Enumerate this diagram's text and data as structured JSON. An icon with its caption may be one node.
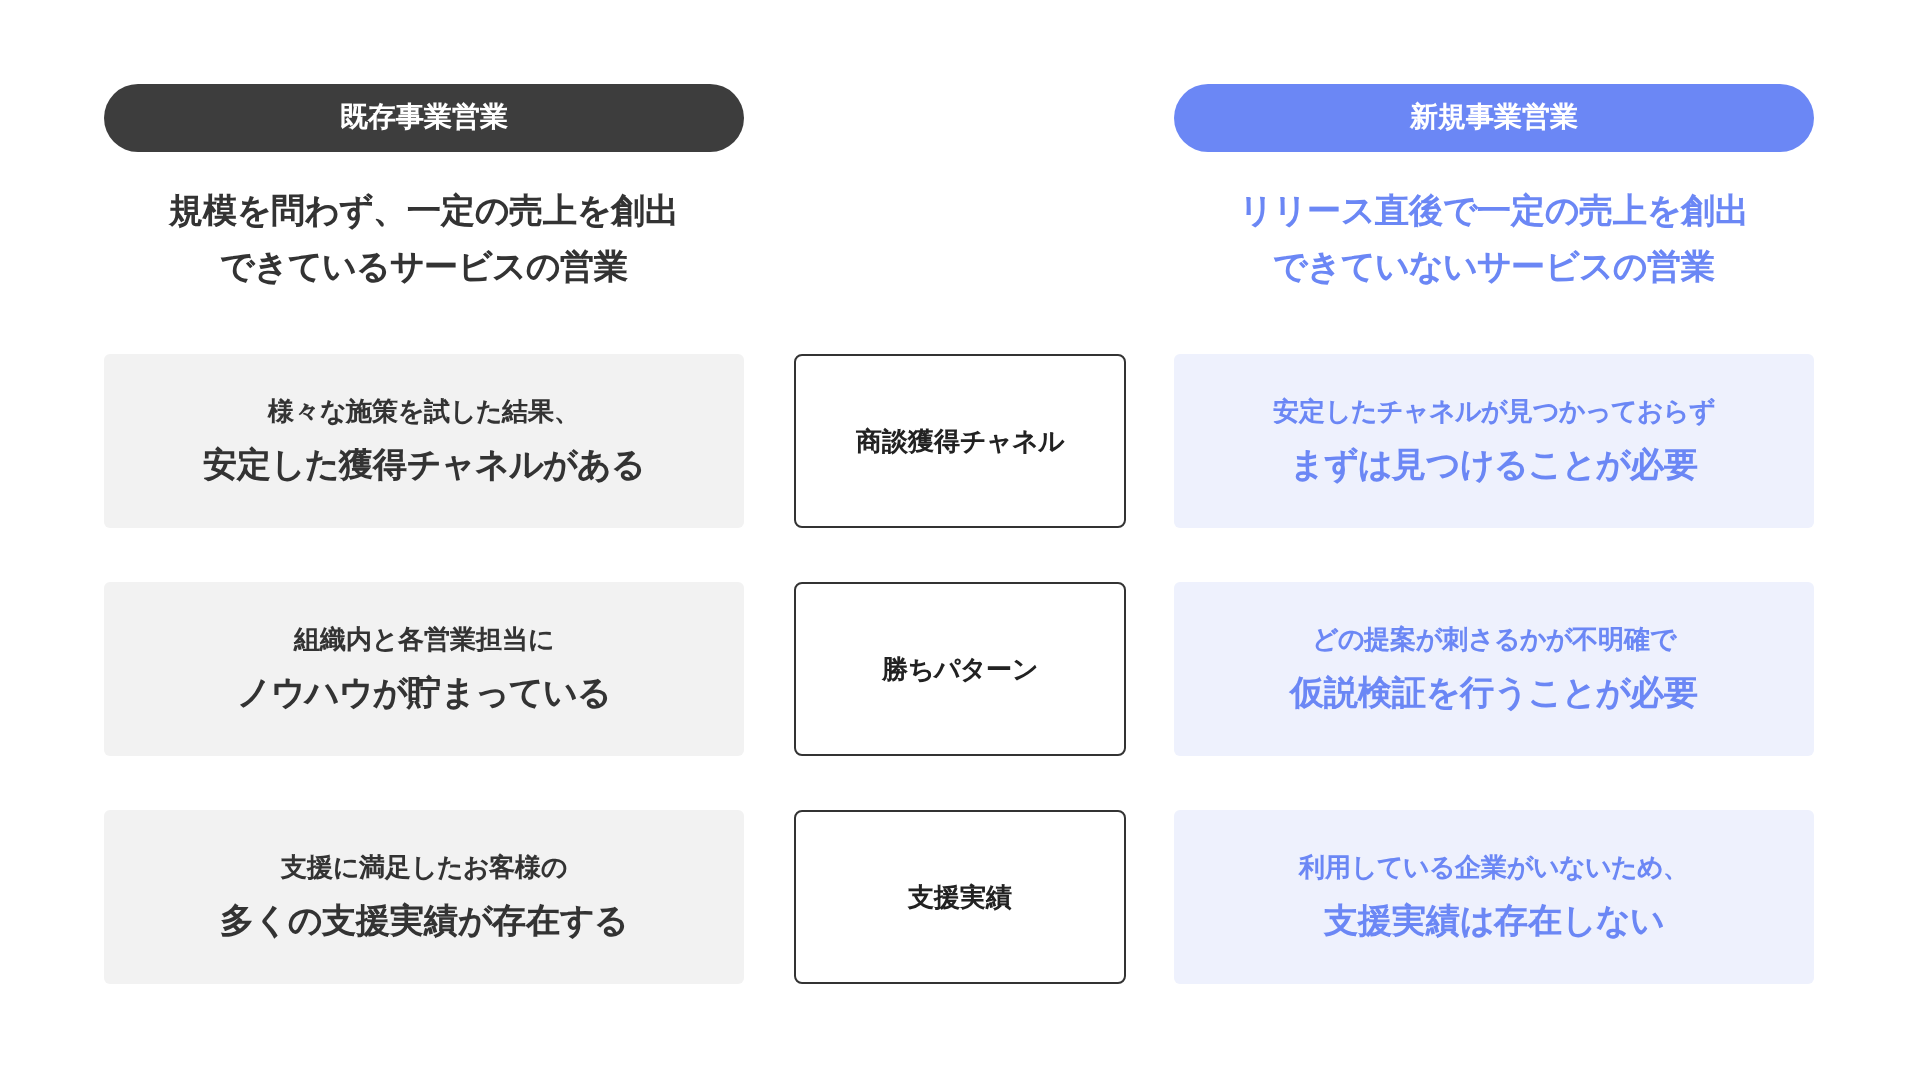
{
  "diagram": {
    "nodes": [
      {
        "text": [
          "既存事業営業"
        ]
      },
      {
        "text": [
          "新規事業営業"
        ]
      },
      {
        "text": [
          "様々な施策を試した結果、",
          "安定した獲得チャネルがある"
        ]
      },
      {
        "text": [
          "商談獲得チャネル"
        ]
      },
      {
        "text": [
          "安定したチャネルが見つかっておらず",
          "まずは見つけることが必要"
        ]
      },
      {
        "text": [
          "組織内と各営業担当に",
          "ノウハウが貯まっている"
        ]
      },
      {
        "text": [
          "勝ちパターン"
        ]
      },
      {
        "text": [
          "どの提案が刺さるかが不明確で",
          "仮説検証を行うことが必要"
        ]
      },
      {
        "text": [
          "支援に満足したお客様の",
          "多くの支援実績が存在する"
        ]
      },
      {
        "text": [
          "支援実績"
        ]
      },
      {
        "text": [
          "利用している企業がいないため、",
          "支援実績は存在しない"
        ]
      }
    ],
    "edges": [],
    "labels": [
      "規模を問わず、一定の売上を創出できているサービスの営業",
      "リリース直後で一定の売上を創出できていないサービスの営業"
    ]
  }
}
